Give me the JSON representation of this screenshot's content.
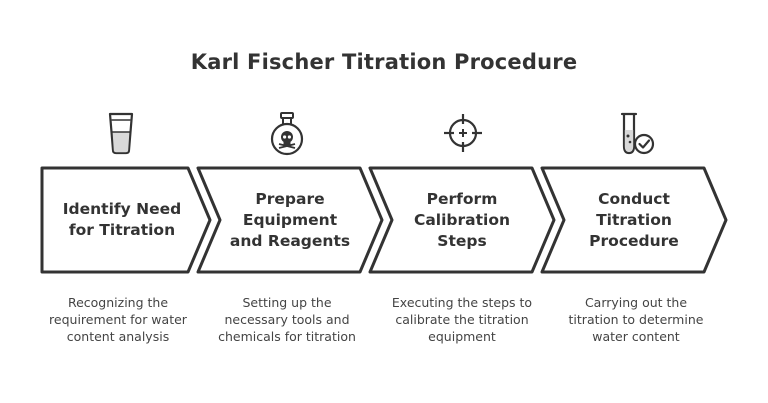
{
  "title": "Karl Fischer Titration Procedure",
  "steps": [
    {
      "label": "Identify Need for Titration",
      "description": "Recognizing the requirement for water content analysis",
      "icon": "beaker-icon"
    },
    {
      "label": "Prepare Equipment and Reagents",
      "description": "Setting up the necessary tools and chemicals for titration",
      "icon": "hazard-flask-icon"
    },
    {
      "label": "Perform Calibration Steps",
      "description": "Executing the steps to calibrate the titration equipment",
      "icon": "crosshair-icon"
    },
    {
      "label": "Conduct Titration Procedure",
      "description": "Carrying out the titration to determine water content",
      "icon": "test-tube-check-icon"
    }
  ]
}
